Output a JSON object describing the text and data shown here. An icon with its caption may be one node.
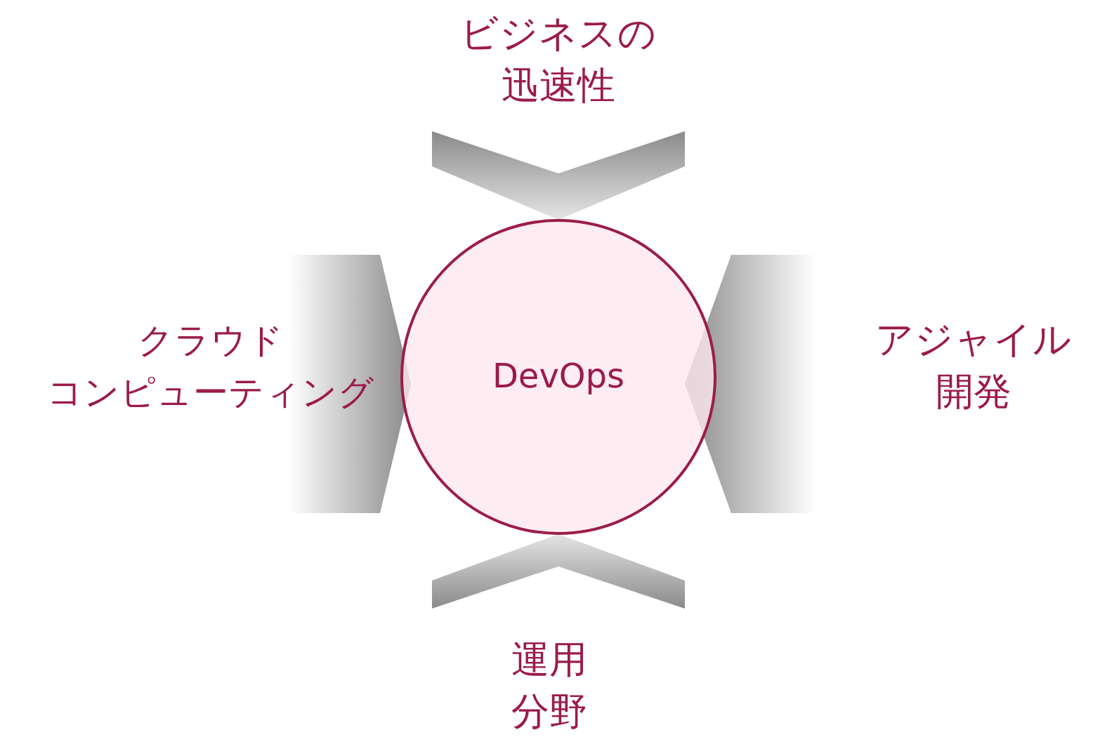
{
  "diagram": {
    "nodes": [
      {
        "text": [
          "ビジネスの迅速性"
        ]
      },
      {
        "text": [
          "クラウド",
          "コンピューティング"
        ]
      },
      {
        "text": [
          "DevOps"
        ]
      },
      {
        "text": [
          "アジャイル開発"
        ]
      },
      {
        "text": [
          "運用分野"
        ]
      }
    ],
    "edges": [
      {
        "from": 0,
        "to": 2,
        "arrow": "to"
      },
      {
        "from": 1,
        "to": 2,
        "arrow": "to"
      },
      {
        "from": 3,
        "to": 2,
        "arrow": "to"
      },
      {
        "from": 4,
        "to": 2,
        "arrow": "to"
      }
    ]
  }
}
